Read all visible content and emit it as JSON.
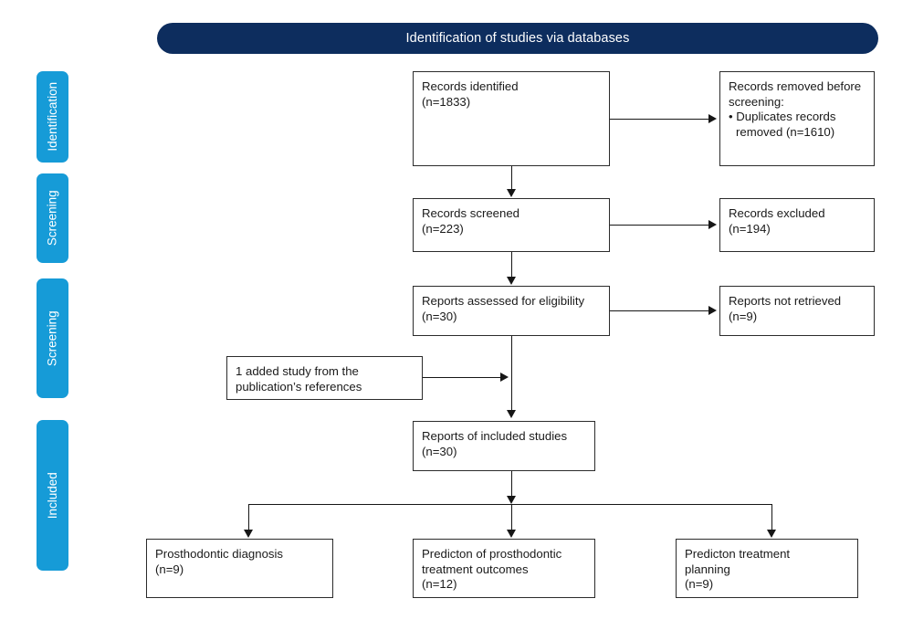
{
  "header": {
    "title": "Identification of studies via databases",
    "bar_color": "#0d2d5e",
    "text_color": "#ffffff"
  },
  "stages": {
    "tab_color": "#169bd7",
    "items": [
      {
        "label": "Identification"
      },
      {
        "label": "Screening"
      },
      {
        "label": "Screening"
      },
      {
        "label": "Included"
      }
    ]
  },
  "flow": {
    "records_identified": {
      "line1": "Records identified",
      "line2": "(n=1833)"
    },
    "records_removed": {
      "line1": "Records removed before",
      "line2": "screening:",
      "line3": "• Duplicates records",
      "line4": "removed (n=1610)"
    },
    "records_screened": {
      "line1": "Records screened",
      "line2": "(n=223)"
    },
    "records_excluded": {
      "line1": "Records excluded",
      "line2": "(n=194)"
    },
    "reports_assessed": {
      "line1": "Reports assessed for eligibility",
      "line2": "(n=30)"
    },
    "reports_not_retrieved": {
      "line1": "Reports not retrieved",
      "line2": "(n=9)"
    },
    "added_study": {
      "line1": "1 added study from the",
      "line2": "publication’s references"
    },
    "reports_included": {
      "line1": "Reports of included studies",
      "line2": "(n=30)"
    },
    "outcome_diagnosis": {
      "line1": "Prosthodontic diagnosis",
      "line2": "(n=9)"
    },
    "outcome_treatment_outcomes": {
      "line1": "Predicton of prosthodontic",
      "line2": "treatment outcomes",
      "line3": "(n=12)"
    },
    "outcome_treatment_planning": {
      "line1": "Predicton treatment",
      "line2": "planning",
      "line3": "(n=9)"
    }
  }
}
